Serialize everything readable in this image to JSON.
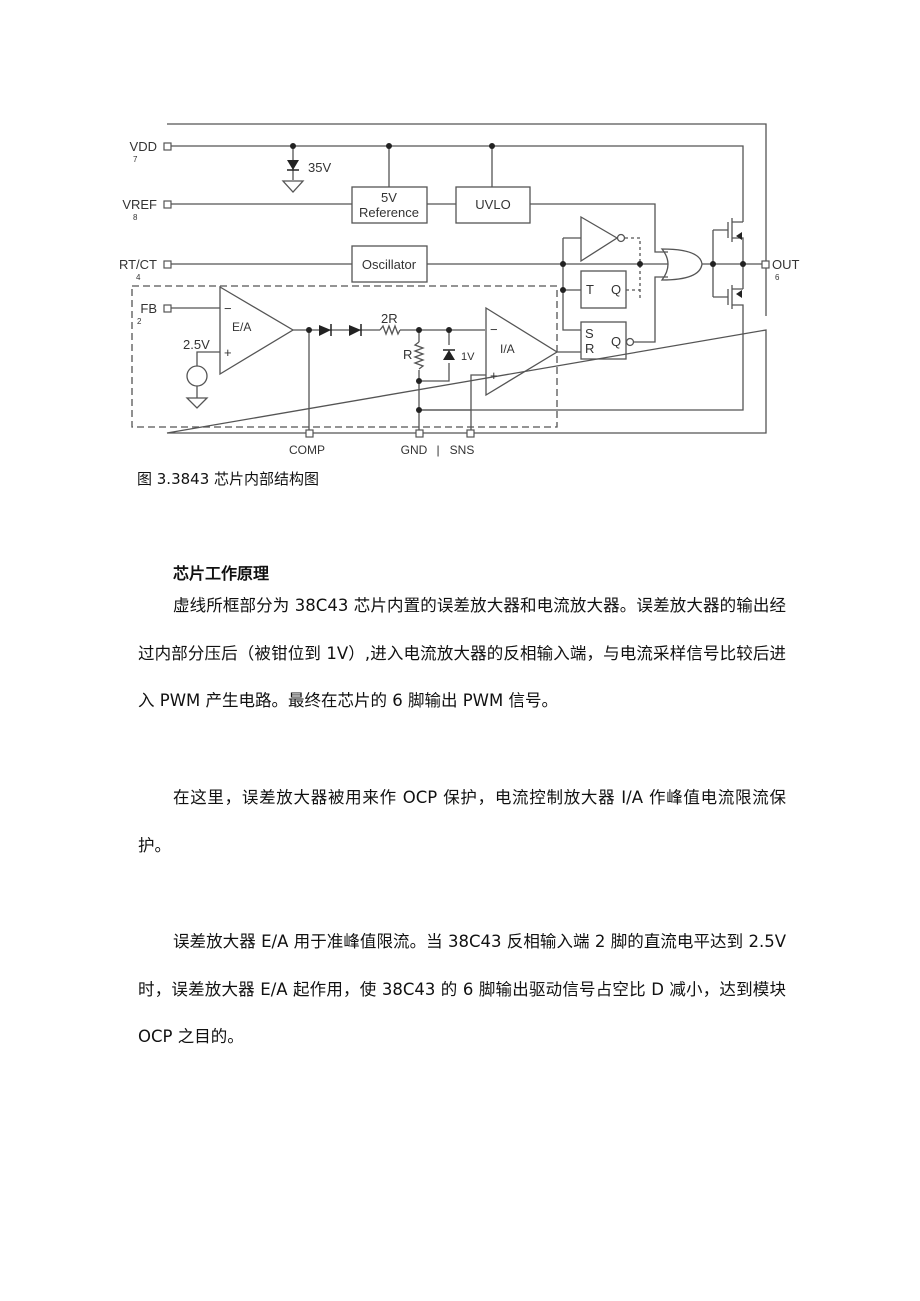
{
  "diagram": {
    "pins": {
      "vdd": {
        "name": "VDD",
        "num": "7"
      },
      "vref": {
        "name": "VREF",
        "num": "8"
      },
      "rtct": {
        "name": "RT/CT",
        "num": "4"
      },
      "fb": {
        "name": "FB",
        "num": "2"
      },
      "out": {
        "name": "OUT",
        "num": "6"
      },
      "comp": "COMP",
      "gnd": "GND",
      "sep": "|",
      "sns": "SNS"
    },
    "blocks": {
      "ref_line1": "5V",
      "ref_line2": "Reference",
      "uvlo": "UVLO",
      "oscillator": "Oscillator",
      "ea": "E/A",
      "ia": "I/A",
      "t": "T",
      "tq": "Q",
      "s": "S",
      "r": "R",
      "srq": "Q"
    },
    "components": {
      "zener_35v": "35V",
      "vsrc": "2.5V",
      "res_2r": "2R",
      "res_r": "R",
      "zener_1v": "1V",
      "minus": "−",
      "plus": "+"
    }
  },
  "caption": "图 3.3843 芯片内部结构图",
  "section_heading": "芯片工作原理",
  "paragraphs": [
    "虚线所框部分为 38C43 芯片内置的误差放大器和电流放大器。误差放大器的输出经过内部分压后（被钳位到 1V）,进入电流放大器的反相输入端，与电流采样信号比较后进入 PWM 产生电路。最终在芯片的 6 脚输出 PWM 信号。",
    "在这里，误差放大器被用来作 OCP 保护，电流控制放大器 I/A 作峰值电流限流保护。",
    "误差放大器 E/A 用于准峰值限流。当 38C43 反相输入端 2 脚的直流电平达到 2.5V 时，误差放大器 E/A 起作用，使 38C43 的 6 脚输出驱动信号占空比 D 减小，达到模块 OCP 之目的。"
  ]
}
